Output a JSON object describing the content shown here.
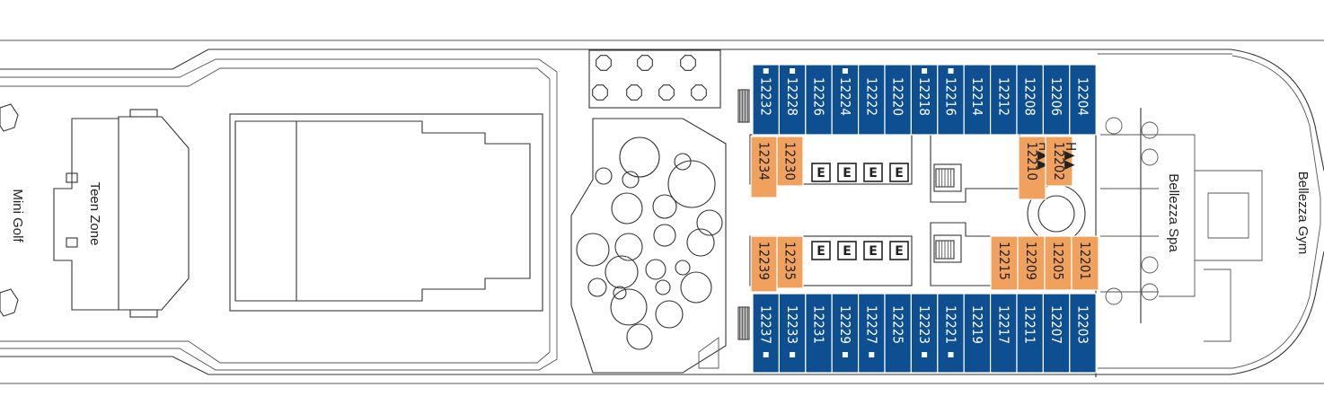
{
  "areas": {
    "mini_golf": "Mini Golf",
    "teen_zone": "Teen Zone",
    "spa": "Bellezza Spa",
    "gym": "Bellezza Gym"
  },
  "elevator_label": "E",
  "colors": {
    "blue_cabin": "#0e4f92",
    "orange_cabin": "#f0a15d",
    "line": "#333333"
  },
  "cabins": {
    "top_row": [
      "12232",
      "12228",
      "12226",
      "12224",
      "12222",
      "12220",
      "12218",
      "12216",
      "12214",
      "12212",
      "12208",
      "12206",
      "12204"
    ],
    "top_row_square_marker": [
      "12232",
      "12228",
      "12224",
      "12218",
      "12216"
    ],
    "bottom_row": [
      "12237",
      "12233",
      "12231",
      "12229",
      "12227",
      "12225",
      "12223",
      "12221",
      "12219",
      "12217",
      "12211",
      "12207",
      "12203"
    ],
    "bottom_row_square_marker": [
      "12237",
      "12233",
      "12229",
      "12227",
      "12223",
      "12221"
    ],
    "upper_inner_left": [
      "12234",
      "12230"
    ],
    "upper_inner_right": [
      "12210",
      "12202"
    ],
    "upper_inner_right_markers": {
      "12210": "H▲▲",
      "12202": "H▲▲"
    },
    "lower_inner_left": [
      "12239",
      "12235"
    ],
    "lower_inner_right": [
      "12215",
      "12209",
      "12205",
      "12201"
    ]
  }
}
